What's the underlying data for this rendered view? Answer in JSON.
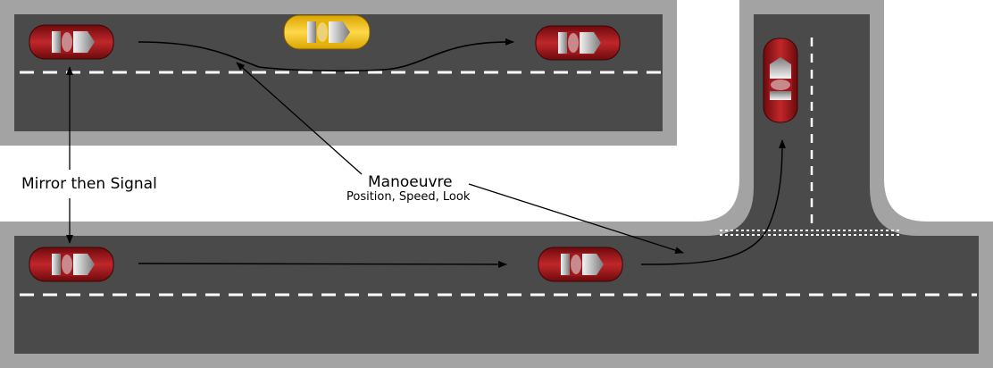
{
  "labels": {
    "mirror_signal": "Mirror then Signal",
    "manoeuvre": "Manoeuvre",
    "manoeuvre_detail": "Position, Speed, Look"
  },
  "colors": {
    "road": "#4a4a4a",
    "kerb": "#a3a3a3",
    "lane_marking": "#ffffff",
    "car_red": "#9b0f12",
    "car_yellow": "#f2c200",
    "arrow": "#000000"
  }
}
